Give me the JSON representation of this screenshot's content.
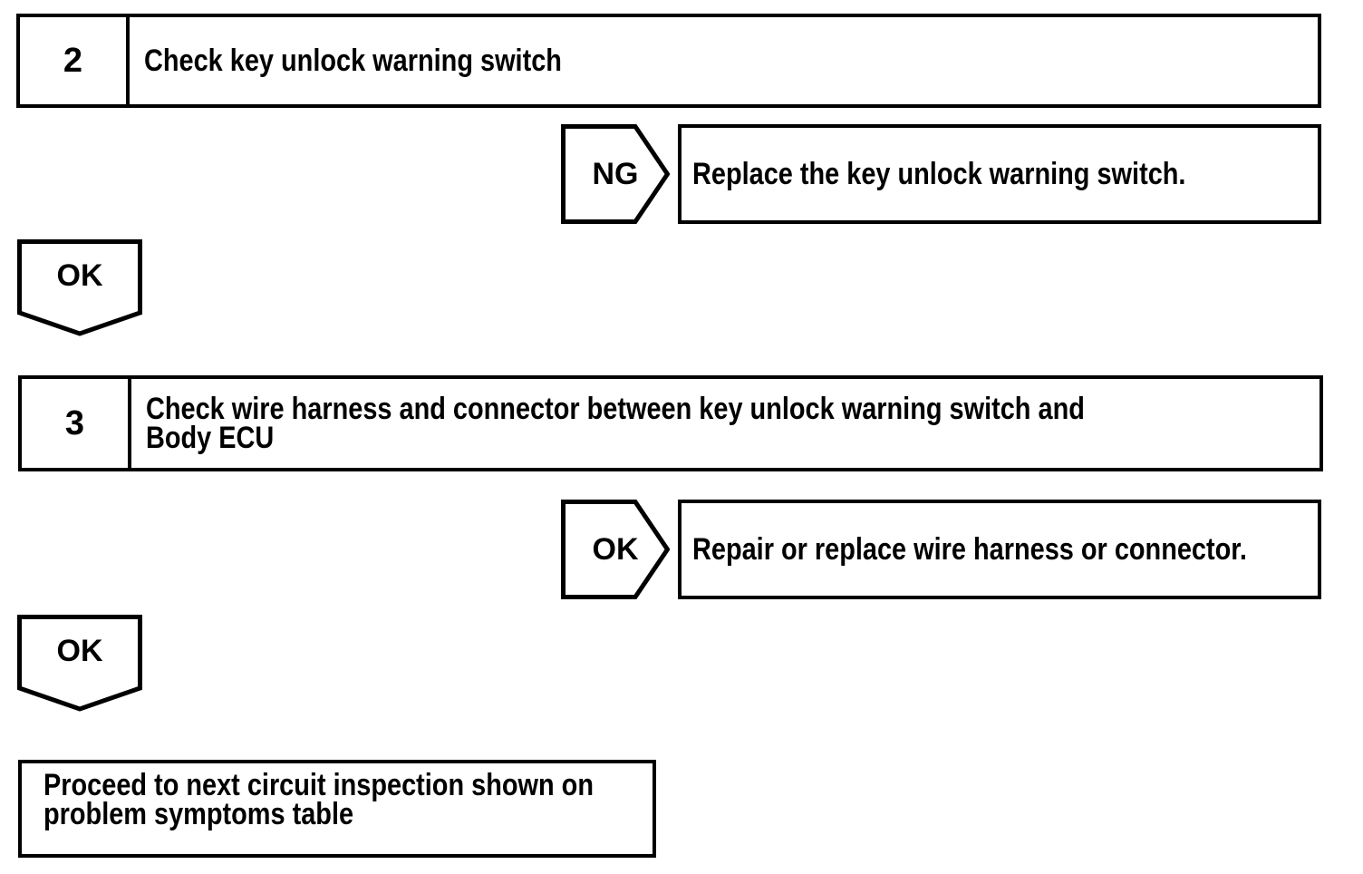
{
  "flowchart": {
    "steps": [
      {
        "number": "2",
        "title_line1": "Check key unlock warning switch",
        "title_line2": ""
      },
      {
        "number": "3",
        "title_line1": "Check wire harness and connector between key unlock warning switch and",
        "title_line2": "Body ECU"
      }
    ],
    "branches": [
      {
        "label": "NG",
        "action": "Replace the key unlock warning switch."
      },
      {
        "label": "OK",
        "action": "Repair or replace wire harness or connector."
      }
    ],
    "connectors": [
      {
        "label": "OK"
      },
      {
        "label": "OK"
      }
    ],
    "terminal": {
      "line1": "Proceed to next circuit inspection shown on",
      "line2": "problem symptoms table"
    },
    "colors": {
      "ink": "#000000",
      "paper": "#ffffff"
    }
  }
}
